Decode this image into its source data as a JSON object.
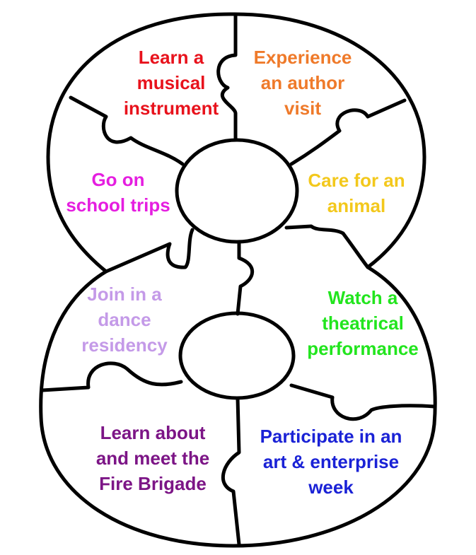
{
  "pieces": [
    {
      "id": "musical-instrument",
      "text": "Learn a\nmusical\ninstrument",
      "color": "#e8121c"
    },
    {
      "id": "author-visit",
      "text": "Experience\nan author\nvisit",
      "color": "#ef7a2a"
    },
    {
      "id": "school-trips",
      "text": "Go on\nschool trips",
      "color": "#e51ee0"
    },
    {
      "id": "care-animal",
      "text": "Care for an\nanimal",
      "color": "#f3c81c"
    },
    {
      "id": "dance-residency",
      "text": "Join in a\ndance\nresidency",
      "color": "#c49ae8"
    },
    {
      "id": "theatrical-performance",
      "text": "Watch a\ntheatrical\nperformance",
      "color": "#22e51e"
    },
    {
      "id": "fire-brigade",
      "text": "Learn about\nand meet the\nFire Brigade",
      "color": "#7c1586"
    },
    {
      "id": "art-enterprise",
      "text": "Participate in an\nart & enterprise\nweek",
      "color": "#1a22d6"
    }
  ]
}
